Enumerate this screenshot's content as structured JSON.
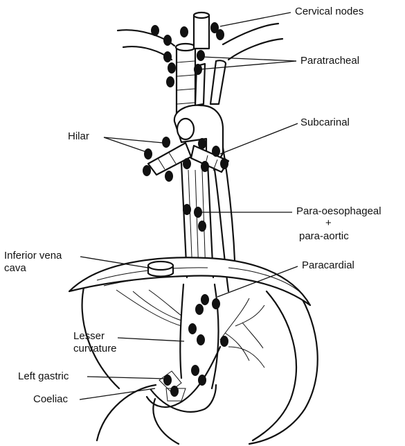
{
  "labels": {
    "cervical_nodes": "Cervical nodes",
    "paratracheal": "Paratracheal",
    "subcarinal": "Subcarinal",
    "hilar": "Hilar",
    "para_oesophageal": "Para-oesophageal",
    "plus": "+",
    "para_aortic": "para-aortic",
    "inferior_vena_cava_line1": "Inferior vena",
    "inferior_vena_cava_line2": "cava",
    "paracardial": "Paracardial",
    "lesser_curvature_line1": "Lesser",
    "lesser_curvature_line2": "curvature",
    "left_gastric": "Left gastric",
    "coeliac": "Coeliac"
  },
  "colors": {
    "ink": "#111111",
    "background": "#ffffff"
  }
}
